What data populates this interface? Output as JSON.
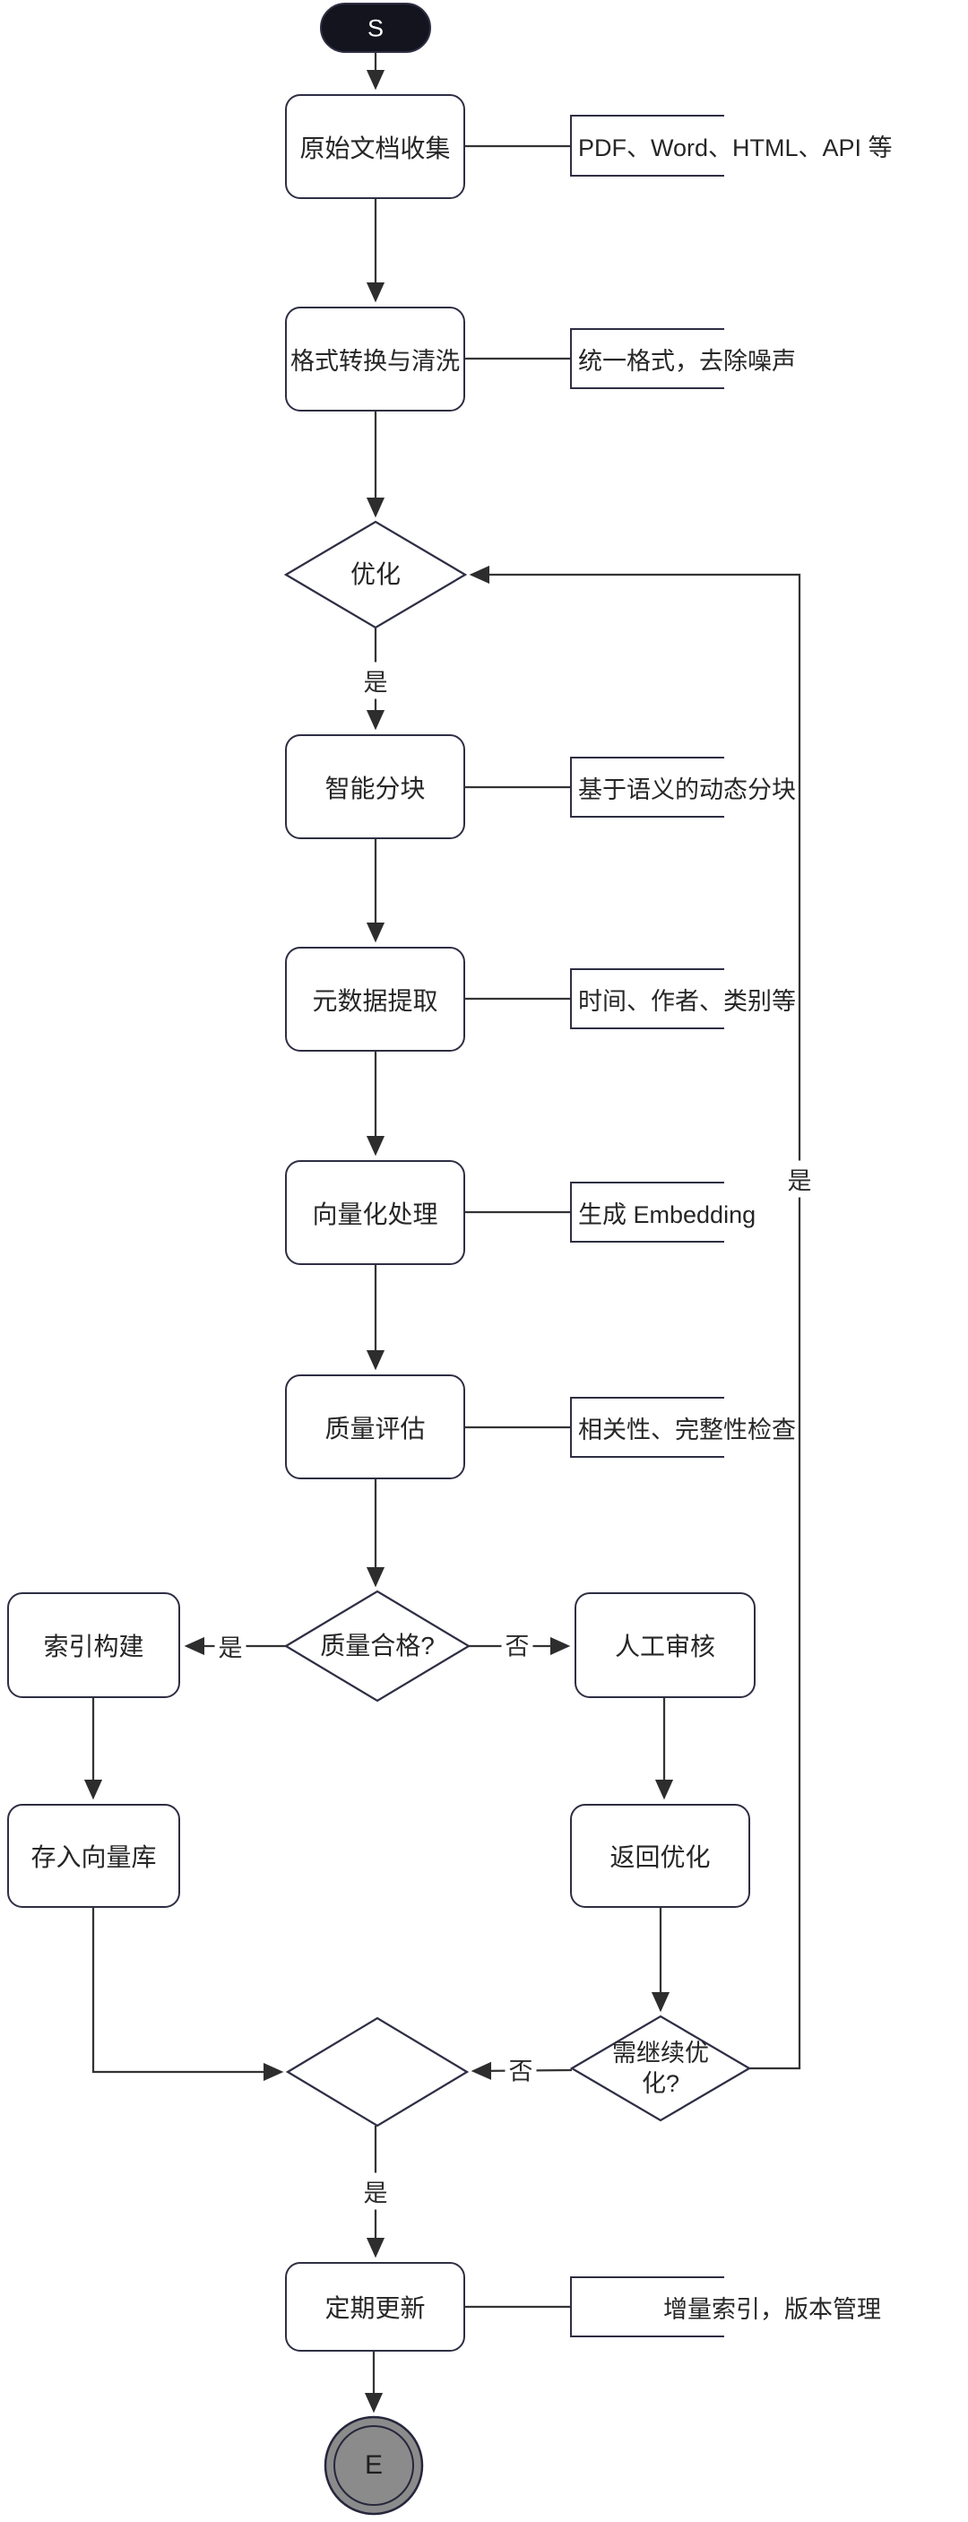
{
  "nodes": {
    "start": {
      "label": "S"
    },
    "collect": {
      "label": "原始文档收集"
    },
    "clean": {
      "label": "格式转换与清洗"
    },
    "optimize": {
      "label": "优化"
    },
    "chunk": {
      "label": "智能分块"
    },
    "metadata": {
      "label": "元数据提取"
    },
    "vectorize": {
      "label": "向量化处理"
    },
    "quality": {
      "label": "质量评估"
    },
    "quality_check": {
      "label": "质量合格?"
    },
    "index_build": {
      "label": "索引构建"
    },
    "manual_review": {
      "label": "人工审核"
    },
    "store_vector": {
      "label": "存入向量库"
    },
    "return_optimize": {
      "label": "返回优化"
    },
    "continue_check": {
      "line1": "需继续优",
      "line2": "化?"
    },
    "update": {
      "label": "定期更新"
    },
    "end": {
      "label": "E"
    }
  },
  "notes": [
    "PDF、Word、HTML、API 等",
    "统一格式，去除噪声",
    "基于语义的动态分块",
    "时间、作者、类别等",
    "生成 Embedding",
    "相关性、完整性检查",
    "增量索引，版本管理"
  ],
  "labels": {
    "optimize_yes": "是",
    "quality_yes": "是",
    "quality_no": "否",
    "continue_no": "否",
    "continue_yes": "是",
    "merge_yes": "是"
  },
  "colors": {
    "shape_border": "#2e2e44",
    "line": "#333333",
    "start_fill": "#14141f",
    "start_text": "#ffffff",
    "end_fill": "#8b8b8b",
    "end_border": "#26263c",
    "text": "#262626"
  }
}
